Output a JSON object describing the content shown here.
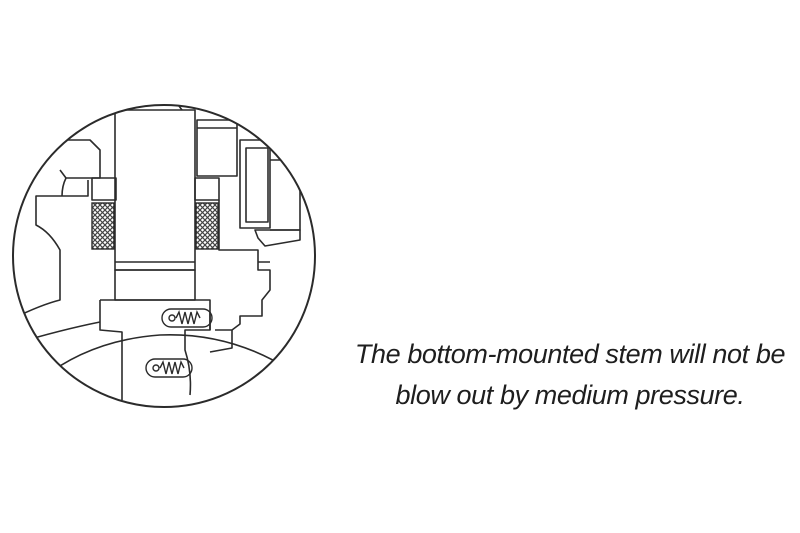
{
  "caption": {
    "line1": "The bottom-mounted stem will not be",
    "line2": "blow out by medium pressure."
  },
  "colors": {
    "line": "#2b2b2b",
    "packing": "#555555",
    "background": "#ffffff"
  },
  "icons": [
    "detail-circle",
    "valve-stem",
    "packing-ring",
    "spring"
  ]
}
